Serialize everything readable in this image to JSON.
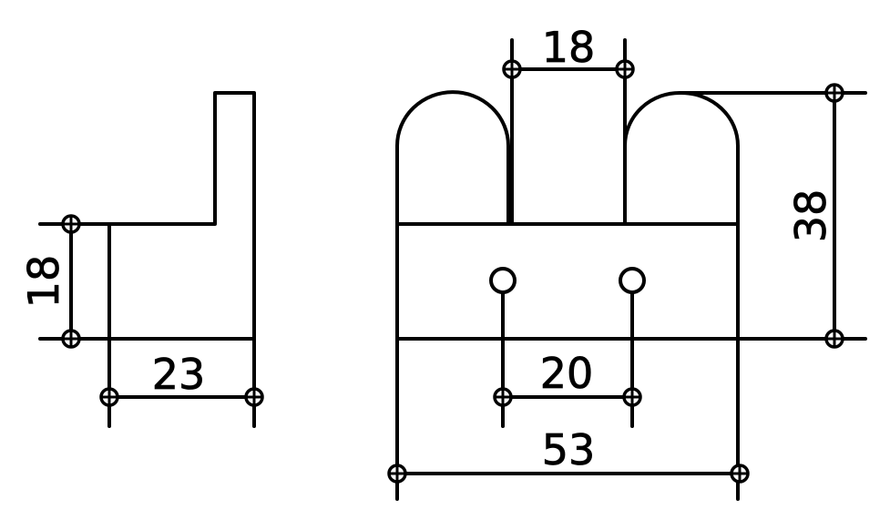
{
  "dimensions": {
    "side_height": "18",
    "side_width": "23",
    "slot_width": "18",
    "front_height": "38",
    "hole_spacing": "20",
    "overall_width": "53"
  },
  "colors": {
    "line": "#000000",
    "background": "#ffffff"
  }
}
